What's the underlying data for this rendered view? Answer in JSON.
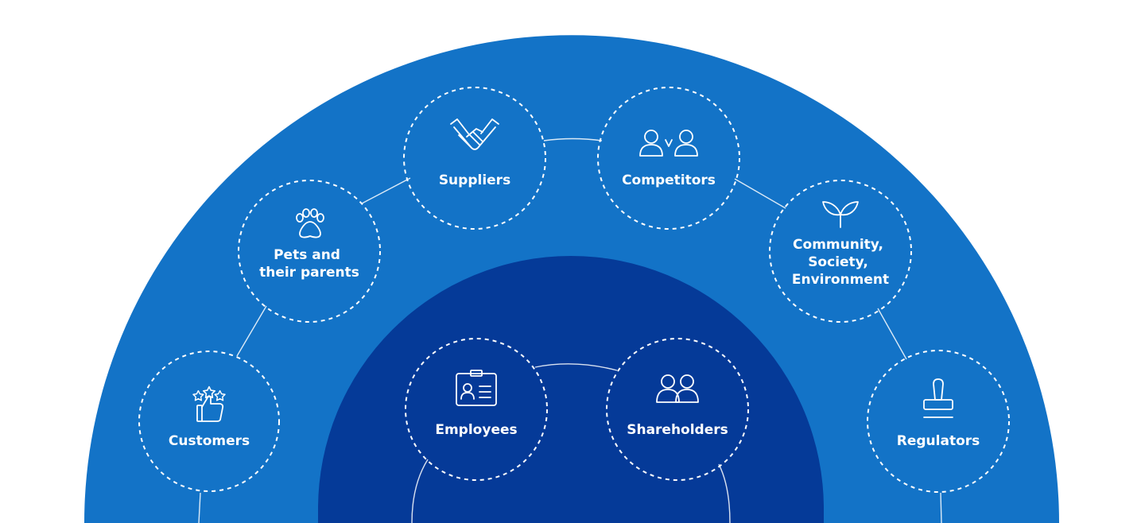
{
  "colors": {
    "outer": "#1373c7",
    "inner": "#053a98",
    "stroke": "#ffffff",
    "background": "#ffffff"
  },
  "outer_stakeholders": [
    {
      "id": "customers",
      "lines": [
        "Customers"
      ],
      "icon": "thumbs-up-stars-icon"
    },
    {
      "id": "pets",
      "lines": [
        "Pets and",
        "their parents"
      ],
      "icon": "paw-icon"
    },
    {
      "id": "suppliers",
      "lines": [
        "Suppliers"
      ],
      "icon": "handshake-icon"
    },
    {
      "id": "competitors",
      "lines": [
        "Competitors"
      ],
      "icon": "versus-people-icon"
    },
    {
      "id": "community",
      "lines": [
        "Community,",
        "Society,",
        "Environment"
      ],
      "icon": "sprout-icon"
    },
    {
      "id": "regulators",
      "lines": [
        "Regulators"
      ],
      "icon": "stamp-icon"
    }
  ],
  "inner_stakeholders": [
    {
      "id": "employees",
      "lines": [
        "Employees"
      ],
      "icon": "id-badge-icon"
    },
    {
      "id": "shareholders",
      "lines": [
        "Shareholders"
      ],
      "icon": "group-people-icon"
    }
  ]
}
